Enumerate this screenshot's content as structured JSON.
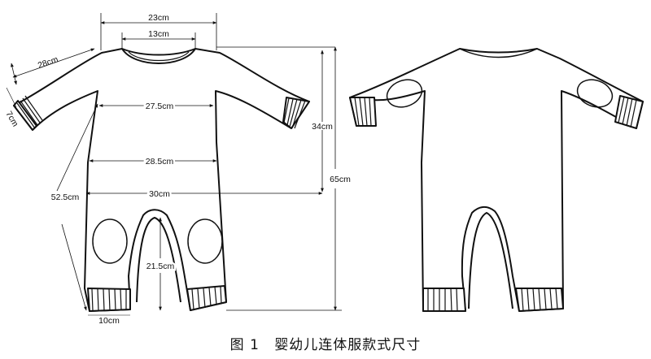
{
  "caption": {
    "figure_label": "图 1",
    "title": "婴幼儿连体服款式尺寸"
  },
  "dimensions": {
    "shoulder_width": "23cm",
    "neck_width": "13cm",
    "sleeve_length": "28cm",
    "cuff_width": "7cm",
    "chest": "27.5cm",
    "waist": "28.5cm",
    "hip": "30cm",
    "side_length": "52.5cm",
    "inseam": "21.5cm",
    "leg_opening": "10cm",
    "upper_length": "34cm",
    "total_length": "65cm"
  }
}
